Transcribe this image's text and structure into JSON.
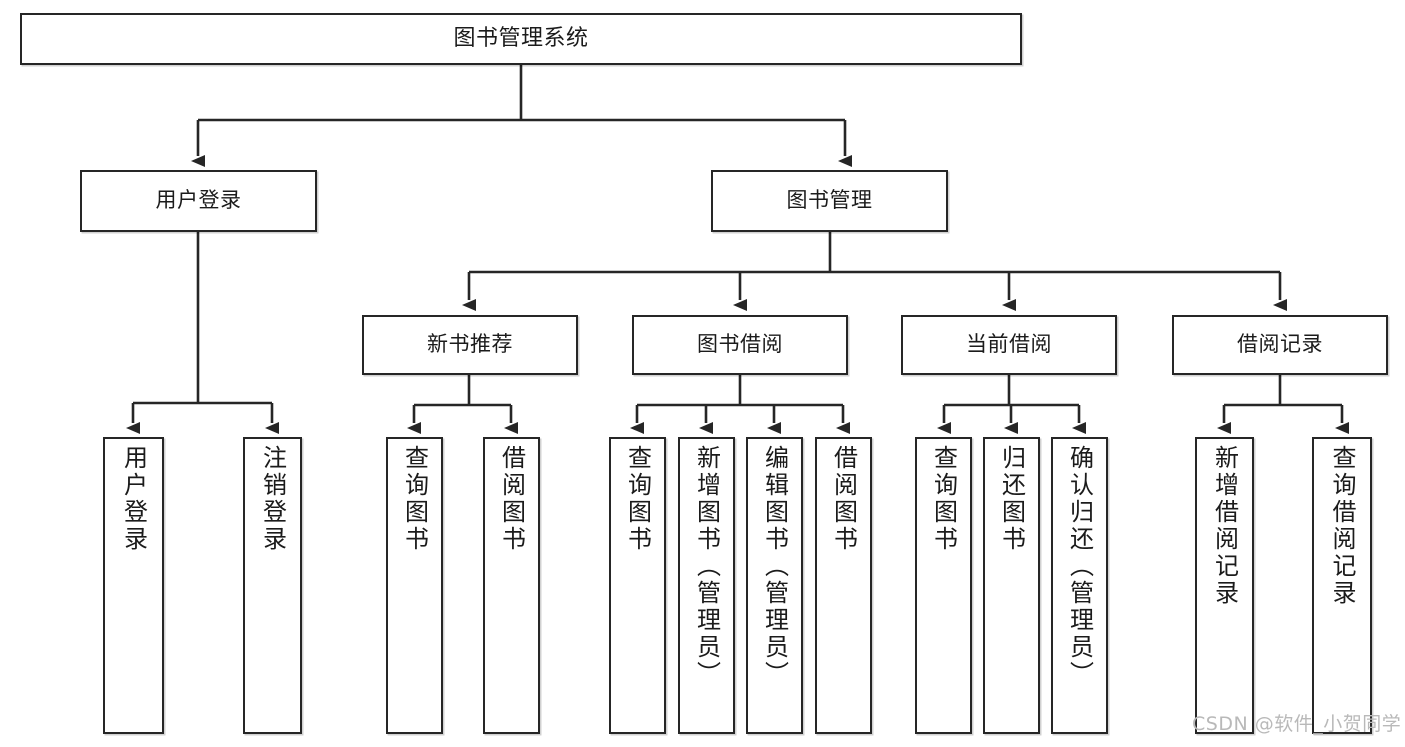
{
  "diagram": {
    "title": "图书管理系统",
    "type": "tree",
    "style": {
      "box_border": "#262626",
      "box_fill": "#ffffff",
      "line": "#262626",
      "text": "#1b1b1b",
      "background": "#ffffff",
      "watermark_color": "#b9b9b9"
    },
    "levels": {
      "root": {
        "label": "图书管理系统"
      },
      "level2": [
        {
          "label": "用户登录"
        },
        {
          "label": "图书管理"
        }
      ],
      "level3": [
        {
          "label": "新书推荐"
        },
        {
          "label": "图书借阅"
        },
        {
          "label": "当前借阅"
        },
        {
          "label": "借阅记录"
        }
      ],
      "leaves": {
        "user_login": [
          {
            "label": "用户登录"
          },
          {
            "label": "注销登录"
          }
        ],
        "new_book_recommend": [
          {
            "label": "查询图书"
          },
          {
            "label": "借阅图书"
          }
        ],
        "book_borrow": [
          {
            "label": "查询图书"
          },
          {
            "label": "新增图书（管理员）"
          },
          {
            "label": "编辑图书（管理员）"
          },
          {
            "label": "借阅图书"
          }
        ],
        "current_borrow": [
          {
            "label": "查询图书"
          },
          {
            "label": "归还图书"
          },
          {
            "label": "确认归还（管理员）"
          }
        ],
        "borrow_record": [
          {
            "label": "新增借阅记录"
          },
          {
            "label": "查询借阅记录"
          }
        ]
      }
    }
  },
  "watermark": {
    "text": "CSDN @软件_小贺同学"
  }
}
